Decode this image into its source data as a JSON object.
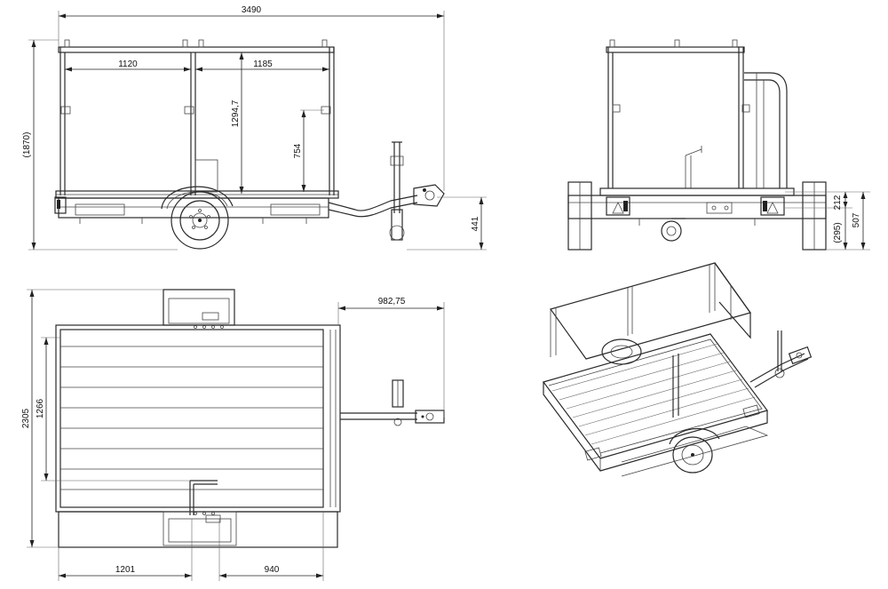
{
  "dimensions": {
    "overall_length": "3490",
    "overall_height": "(1870)",
    "section_left": "1120",
    "section_right": "1185",
    "panel_height": "1294,7",
    "side_height": "754",
    "coupling_height": "441",
    "rear_212": "212",
    "rear_507": "507",
    "rear_295": "(295)",
    "drawbar_length": "982,75",
    "overall_width": "2305",
    "deck_width": "1266",
    "axle_offset": "1201",
    "rear_offset": "940"
  }
}
